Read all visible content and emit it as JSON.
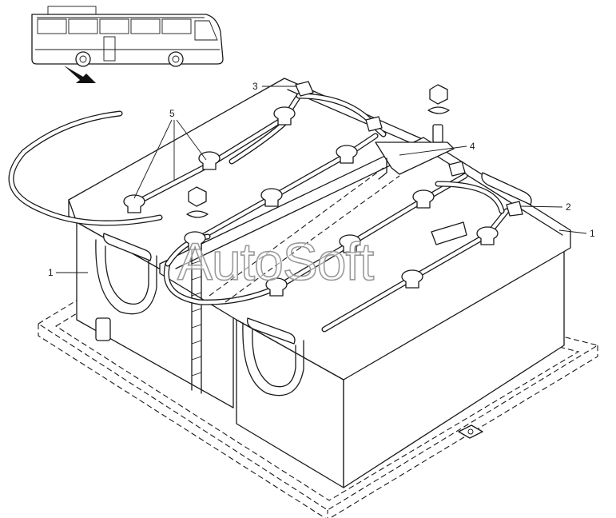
{
  "diagram": {
    "callouts": [
      {
        "id": "callout-1-left",
        "label": "1"
      },
      {
        "id": "callout-1-right",
        "label": "1"
      },
      {
        "id": "callout-2",
        "label": "2"
      },
      {
        "id": "callout-3",
        "label": "3"
      },
      {
        "id": "callout-4",
        "label": "4"
      },
      {
        "id": "callout-5",
        "label": "5"
      }
    ],
    "watermark": "AutoSoft"
  }
}
